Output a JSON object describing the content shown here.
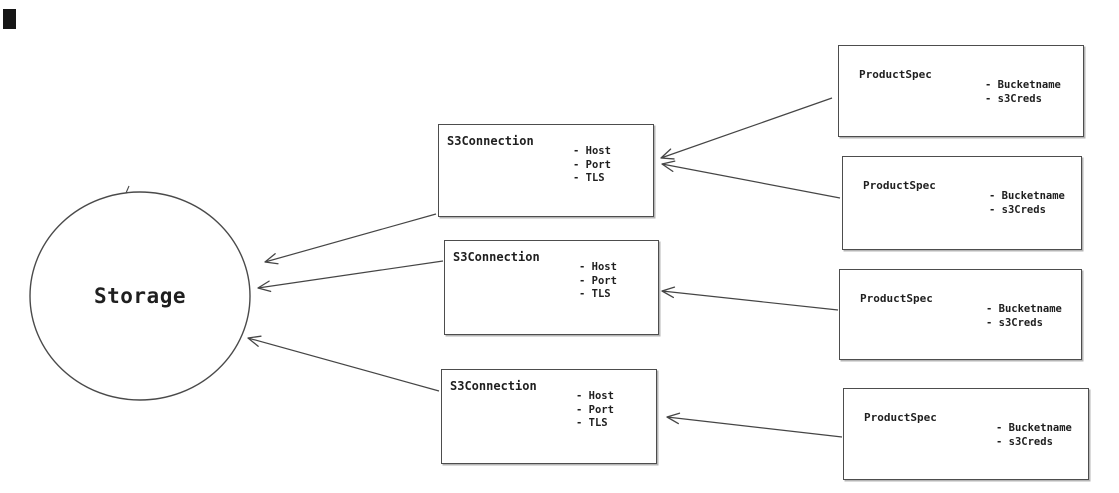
{
  "diagram": {
    "background": "#ffffff",
    "line_color": "#4a4a4a",
    "text_color": "#1f1f1f",
    "storage": {
      "label": "Storage"
    },
    "s3_connections": [
      {
        "title": "S3Connection",
        "attributes": [
          "- Host",
          "- Port",
          "- TLS"
        ]
      },
      {
        "title": "S3Connection",
        "attributes": [
          "- Host",
          "- Port",
          "- TLS"
        ]
      },
      {
        "title": "S3Connection",
        "attributes": [
          "- Host",
          "- Port",
          "- TLS"
        ]
      }
    ],
    "product_specs": [
      {
        "title": "ProductSpec",
        "attributes": [
          "- Bucketname",
          "- s3Creds"
        ]
      },
      {
        "title": "ProductSpec",
        "attributes": [
          "- Bucketname",
          "- s3Creds"
        ]
      },
      {
        "title": "ProductSpec",
        "attributes": [
          "- Bucketname",
          "- s3Creds"
        ]
      },
      {
        "title": "ProductSpec",
        "attributes": [
          "- Bucketname",
          "- s3Creds"
        ]
      }
    ],
    "edges": [
      {
        "from": "ProductSpec-1",
        "to": "S3Connection-1"
      },
      {
        "from": "ProductSpec-2",
        "to": "S3Connection-1"
      },
      {
        "from": "ProductSpec-3",
        "to": "S3Connection-2"
      },
      {
        "from": "ProductSpec-4",
        "to": "S3Connection-3"
      },
      {
        "from": "S3Connection-1",
        "to": "Storage"
      },
      {
        "from": "S3Connection-2",
        "to": "Storage"
      },
      {
        "from": "S3Connection-3",
        "to": "Storage"
      }
    ]
  }
}
